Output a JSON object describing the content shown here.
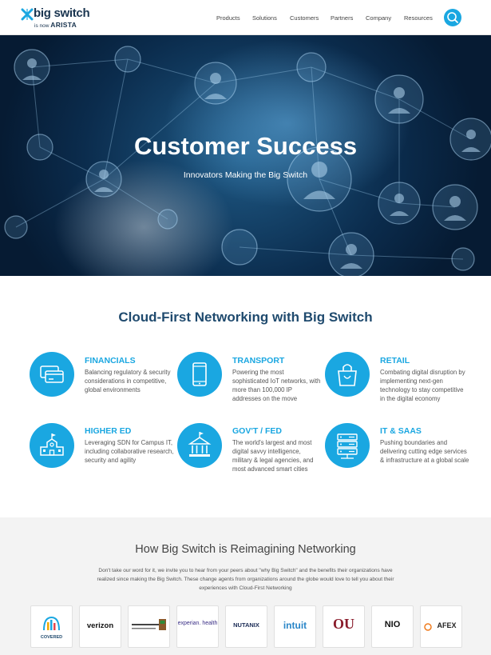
{
  "brand": {
    "name": "big switch",
    "sub_prefix": "is now",
    "sub_brand": "ARISTA",
    "accent": "#1aa7e1",
    "navy": "#1f4a6e"
  },
  "nav": {
    "items": [
      "Products",
      "Solutions",
      "Customers",
      "Partners",
      "Company",
      "Resources"
    ],
    "search_icon": "search-icon"
  },
  "hero": {
    "title": "Customer Success",
    "subtitle": "Innovators Making the Big Switch"
  },
  "industries": {
    "title": "Cloud-First Networking with Big Switch",
    "items": [
      {
        "title": "FINANCIALS",
        "desc": "Balancing regulatory & security considerations in competitive, global environments",
        "icon": "credit-cards-icon"
      },
      {
        "title": "TRANSPORT",
        "desc": "Powering the most sophisticated IoT networks, with more than 100,000 IP addresses on the move",
        "icon": "smartphone-icon"
      },
      {
        "title": "RETAIL",
        "desc": "Combating digital disruption by implementing next-gen technology to stay competitive in the digital economy",
        "icon": "shopping-bag-icon"
      },
      {
        "title": "HIGHER ED",
        "desc": "Leveraging SDN for Campus IT, including collaborative research, security and agility",
        "icon": "school-icon"
      },
      {
        "title": "GOV'T / FED",
        "desc": "The world's largest and most digital savvy intelligence, military & legal agencies, and most advanced smart cities",
        "icon": "government-building-icon"
      },
      {
        "title": "IT & SAAS",
        "desc": "Pushing boundaries and delivering cutting edge services & infrastructure at a global scale",
        "icon": "server-icon"
      }
    ]
  },
  "testimonials": {
    "title": "How Big Switch is Reimagining Networking",
    "desc": "Don't take our word for it, we invite you to hear from your peers about \"why Big Switch\" and the benefits their organizations have realized since making the Big Switch. These change agents from organizations around the globe would love to tell you about their experiences with Cloud-First Networking",
    "logos": [
      {
        "text": "COVERED",
        "color": "#1f4a6e"
      },
      {
        "text": "verizon",
        "color": "#111111"
      },
      {
        "text": "",
        "color": "#444444"
      },
      {
        "text": "experian. health",
        "color": "#3b2f86"
      },
      {
        "text": "NUTANIX",
        "color": "#1a2b55"
      },
      {
        "text": "intuit",
        "color": "#2a86c8"
      },
      {
        "text": "OU",
        "color": "#8a1c2b"
      },
      {
        "text": "NIO",
        "color": "#111111"
      },
      {
        "text": "AFEX",
        "color": "#222222"
      }
    ]
  }
}
